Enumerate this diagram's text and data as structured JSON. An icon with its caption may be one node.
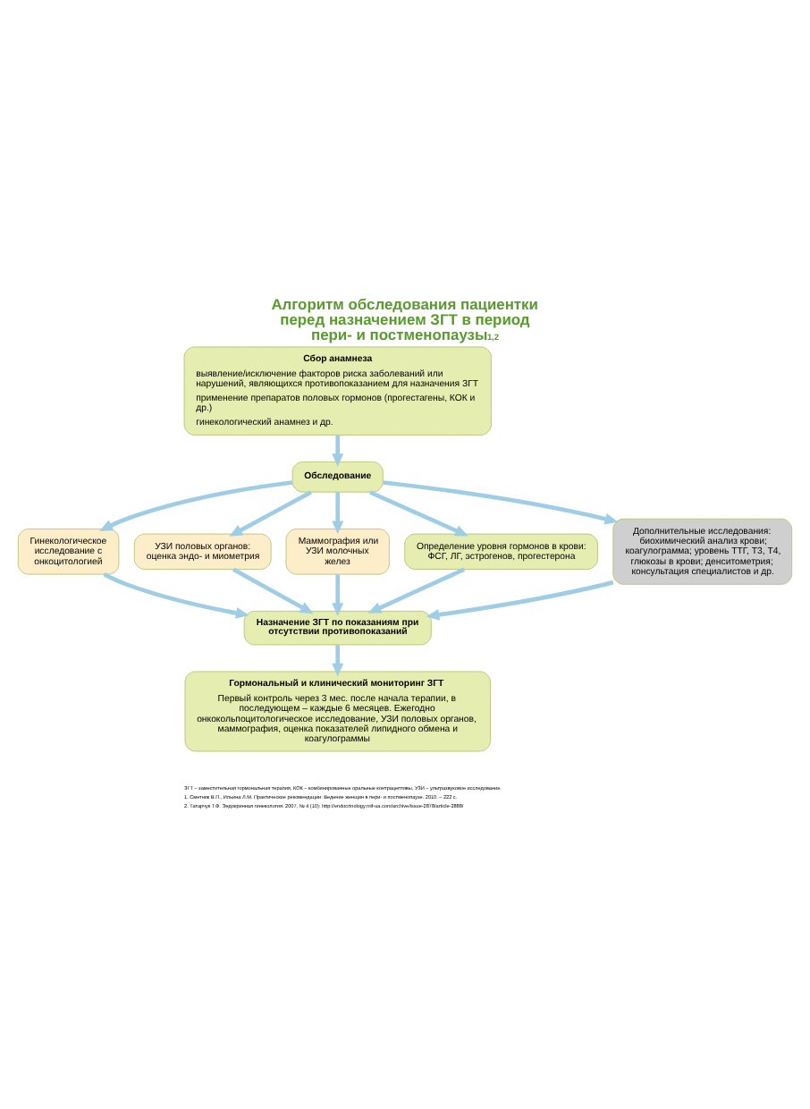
{
  "diagram": {
    "title": "Алгоритм обследования пациентки перед назначением ЗГТ в период пери- и постменопаузы$^{1,2}$",
    "nodes": [
      {
        "text": [
          "Сбор анамнеза",
          "выявление/исключение факторов риска заболеваний или нарушений, являющихся противопоказанием для назначения ЗГТ",
          "применение препаратов половых гормонов (прогестагены, КОК и др.)",
          "гинекологический анамнез и др."
        ]
      },
      {
        "text": [
          "Обследование"
        ]
      },
      {
        "text": [
          "Гинекологическое исследование с онкоцитологией"
        ]
      },
      {
        "text": [
          "УЗИ половых органов: оценка эндо- и миометрия"
        ]
      },
      {
        "text": [
          "Маммография или УЗИ молочных желез"
        ]
      },
      {
        "text": [
          "Определение уровня гормонов в крови: ФСГ, ЛГ, эстрогенов, прогестерона"
        ]
      },
      {
        "text": [
          "Дополнительные исследования: биохимический анализ крови; коагулограмма; уровень ТТГ, Т3, Т4, глюкозы в крови; денситометрия; консультация специалистов и др."
        ]
      },
      {
        "text": [
          "Назначение ЗГТ по показаниям при отсутствии противопоказаний"
        ]
      },
      {
        "text": [
          "Гормональный и клинический мониторинг ЗГТ",
          "Первый контроль через 3 мес. после начала терапии, в последующем – каждые 6 месяцев. Ежегодно онкокольпоцитологическое исследование, УЗИ половых органов, маммография, оценка показателей липидного обмена и коагулограммы"
        ]
      }
    ],
    "edges": [
      {
        "from": 0,
        "to": 1,
        "arrow": "to"
      },
      {
        "from": 1,
        "to": 2,
        "arrow": "to"
      },
      {
        "from": 1,
        "to": 5,
        "arrow": "to"
      },
      {
        "from": 1,
        "to": 3,
        "arrow": "to"
      },
      {
        "from": 1,
        "to": 6,
        "arrow": "to"
      },
      {
        "from": 1,
        "to": 4,
        "arrow": "to"
      },
      {
        "from": 2,
        "to": 7,
        "arrow": "to"
      },
      {
        "from": 5,
        "to": 7,
        "arrow": "to"
      },
      {
        "from": 3,
        "to": 7,
        "arrow": "to"
      },
      {
        "from": 6,
        "to": 7,
        "arrow": "to"
      },
      {
        "from": 4,
        "to": 7,
        "arrow": "to"
      },
      {
        "from": 7,
        "to": 8,
        "arrow": "to"
      }
    ],
    "labels": [
      "ЗГТ – заместительная гормональная терапия, КОК – комбинированные оральные контрацептивы, УЗИ – ультразвуковое исследование.",
      "1. Сметник В.П., Ильина Л.М. Практические рекомендации: Ведение женщин в пери- и постменопаузе. 2010. – 222 с.",
      "2. Татарчук Т.Ф. Эндокринная гинекология. 2007, № 4 (10): http://endocrinology.mif-ua.com/archive/issue-2878/article-2888/"
    ]
  }
}
